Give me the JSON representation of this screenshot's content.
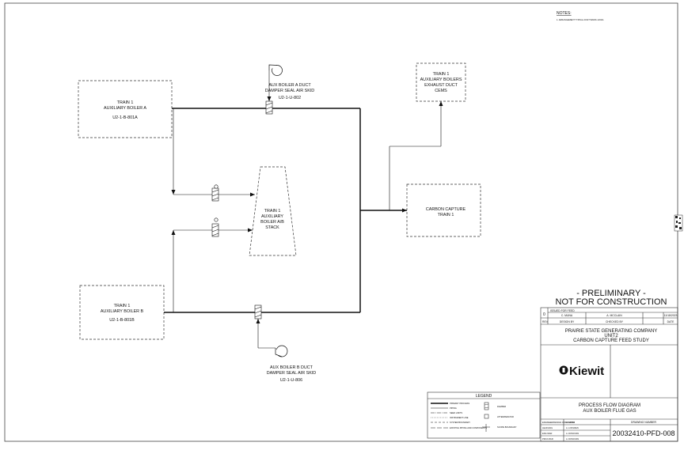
{
  "notes": {
    "heading": "NOTES:",
    "items": [
      "1.   ARRANGEMENT TYPICAL FOR TRAINS 1/2/3/4."
    ]
  },
  "equipment": {
    "boiler_a": [
      "TRAIN 1",
      "AUXILIARY BOILER A",
      "",
      "U2-1-B-801A"
    ],
    "boiler_b": [
      "TRAIN 1",
      "AUXILIARY BOILER B",
      "",
      "U2-1-B-801B"
    ],
    "stack": [
      "TRAIN 1",
      "AUXILIARY",
      "BOILER A/B",
      "STACK"
    ],
    "cems": [
      "TRAIN 1",
      "AUXILIARY BOILERS",
      "EXHAUST DUCT",
      "CEMS"
    ],
    "carbon_capture": [
      "CARBON CAPTURE",
      "TRAIN 1"
    ],
    "seal_air_a": [
      "AUX BOILER A DUCT",
      "DAMPER SEAL AIR SKID",
      "U2-1-U-802"
    ],
    "seal_air_b": [
      "AUX BOILER B DUCT",
      "DAMPER SEAL AIR SKID",
      "U2-1-U-806"
    ]
  },
  "legend": {
    "title": "LEGEND",
    "lines": [
      "PRIMARY PROCESS",
      "PIPING",
      "SEED LIMITS",
      "INSTRUMENT LINE",
      "SYSTEM BOUNDARY",
      "EXISTING PIPING AND COMPONENTS"
    ],
    "symbols": [
      "DAMPER",
      "ATTEMPERATOR",
      "SCOPE BOUNDARY"
    ]
  },
  "stamp": [
    "- PRELIMINARY -",
    "NOT FOR CONSTRUCTION"
  ],
  "title_block": {
    "revision": {
      "rev": "0",
      "description": "ISSUED FOR FEED",
      "designer": "C. MUNA",
      "checker": "A. MCCLAIN",
      "date": "11/18/2023"
    },
    "revision_headers": [
      "REV",
      "DESIGN BY",
      "CHECKED BY",
      "DATE"
    ],
    "client": [
      "PRAIRIE STATE GENERATING COMPANY",
      "UNIT2",
      "CARBON CAPTURE FEED STUDY"
    ],
    "logo": "Kiewit",
    "drawing_title": [
      "PROCESS FLOW DIAGRAM",
      "AUX BOILER FLUE GAS"
    ],
    "signatures": [
      {
        "role": "ENGINEER/DESIGN ORIGINATOR",
        "name": "C. MUNA"
      },
      {
        "role": "LEAD ENG",
        "name": "A. LOFGREN"
      },
      {
        "role": "ENG MGR",
        "name": "A. DONOVAN"
      },
      {
        "role": "PROJ MGR",
        "name": "A. DONOVAN"
      }
    ],
    "drawing_number_label": "DRAWING NUMBER",
    "drawing_number": "20032410-PFD-008"
  },
  "colors": {
    "line": "#111111",
    "border": "#333333",
    "dash": "#333333"
  }
}
